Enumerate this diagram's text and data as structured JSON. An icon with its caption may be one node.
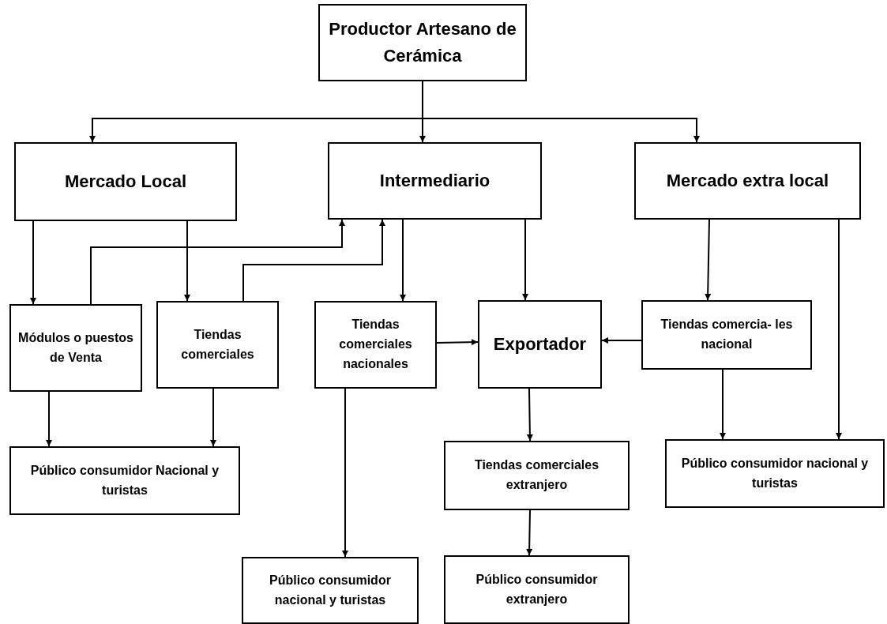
{
  "diagram": {
    "nodes": [
      {
        "text": [
          "Productor Artesano de Cerámica"
        ]
      },
      {
        "text": [
          "Mercado Local"
        ]
      },
      {
        "text": [
          "Intermediario"
        ]
      },
      {
        "text": [
          "Mercado extra local"
        ]
      },
      {
        "text": [
          "Módulos o puestos de Venta"
        ]
      },
      {
        "text": [
          "Tiendas comerciales"
        ]
      },
      {
        "text": [
          "Tiendas comerciales nacionales"
        ]
      },
      {
        "text": [
          "Exportador"
        ]
      },
      {
        "text": [
          "Tiendas comercia- les nacional"
        ]
      },
      {
        "text": [
          "Público consumidor Nacional y turistas"
        ]
      },
      {
        "text": [
          "Tiendas comerciales extranjero"
        ]
      },
      {
        "text": [
          "Público consumidor nacional y turistas"
        ]
      },
      {
        "text": [
          "Público consumidor nacional y turistas"
        ]
      },
      {
        "text": [
          "Público consumidor extranjero"
        ]
      }
    ],
    "edges": [
      {
        "from": 0,
        "to": 1,
        "arrow": "to"
      },
      {
        "from": 0,
        "to": 2,
        "arrow": "to"
      },
      {
        "from": 0,
        "to": 3,
        "arrow": "to"
      },
      {
        "from": 1,
        "to": 4,
        "arrow": "to"
      },
      {
        "from": 1,
        "to": 5,
        "arrow": "to"
      },
      {
        "from": 4,
        "to": 2,
        "arrow": "to"
      },
      {
        "from": 5,
        "to": 2,
        "arrow": "to"
      },
      {
        "from": 2,
        "to": 6,
        "arrow": "to"
      },
      {
        "from": 2,
        "to": 7,
        "arrow": "to"
      },
      {
        "from": 3,
        "to": 8,
        "arrow": "to"
      },
      {
        "from": 3,
        "to": 11,
        "arrow": "to"
      },
      {
        "from": 6,
        "to": 7,
        "arrow": "to"
      },
      {
        "from": 8,
        "to": 7,
        "arrow": "to"
      },
      {
        "from": 4,
        "to": 9,
        "arrow": "to"
      },
      {
        "from": 5,
        "to": 9,
        "arrow": "to"
      },
      {
        "from": 6,
        "to": 12,
        "arrow": "to"
      },
      {
        "from": 7,
        "to": 10,
        "arrow": "to"
      },
      {
        "from": 10,
        "to": 13,
        "arrow": "to"
      },
      {
        "from": 8,
        "to": 11,
        "arrow": "to"
      }
    ]
  }
}
